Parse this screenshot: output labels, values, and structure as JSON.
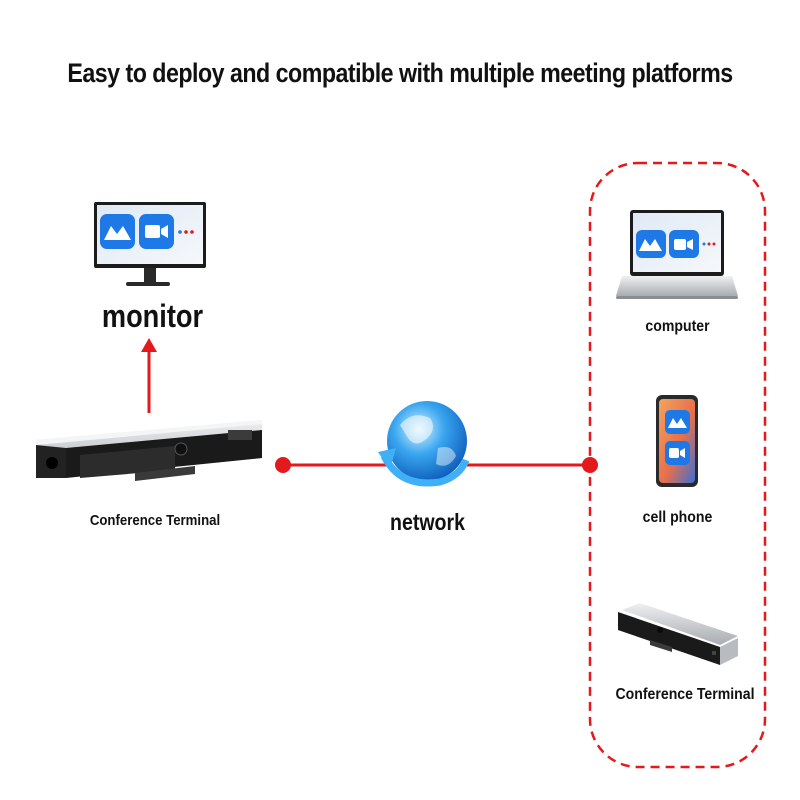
{
  "headline": "Easy to deploy and compatible with multiple meeting platforms",
  "nodes": {
    "monitor": "monitor",
    "conference_terminal": "Conference Terminal",
    "network": "network",
    "computer": "computer",
    "cell_phone": "cell phone",
    "conference_terminal_remote": "Conference Terminal"
  },
  "colors": {
    "connector": "#e3191c",
    "app_blue": "#1e78e6",
    "device_dark": "#1c1c1c",
    "device_silver": "#c9cbce",
    "globe_blue": "#1f8fe6"
  },
  "icons": [
    "meeting-app-icon",
    "video-camera-icon",
    "globe-icon",
    "arrow-up-icon"
  ]
}
